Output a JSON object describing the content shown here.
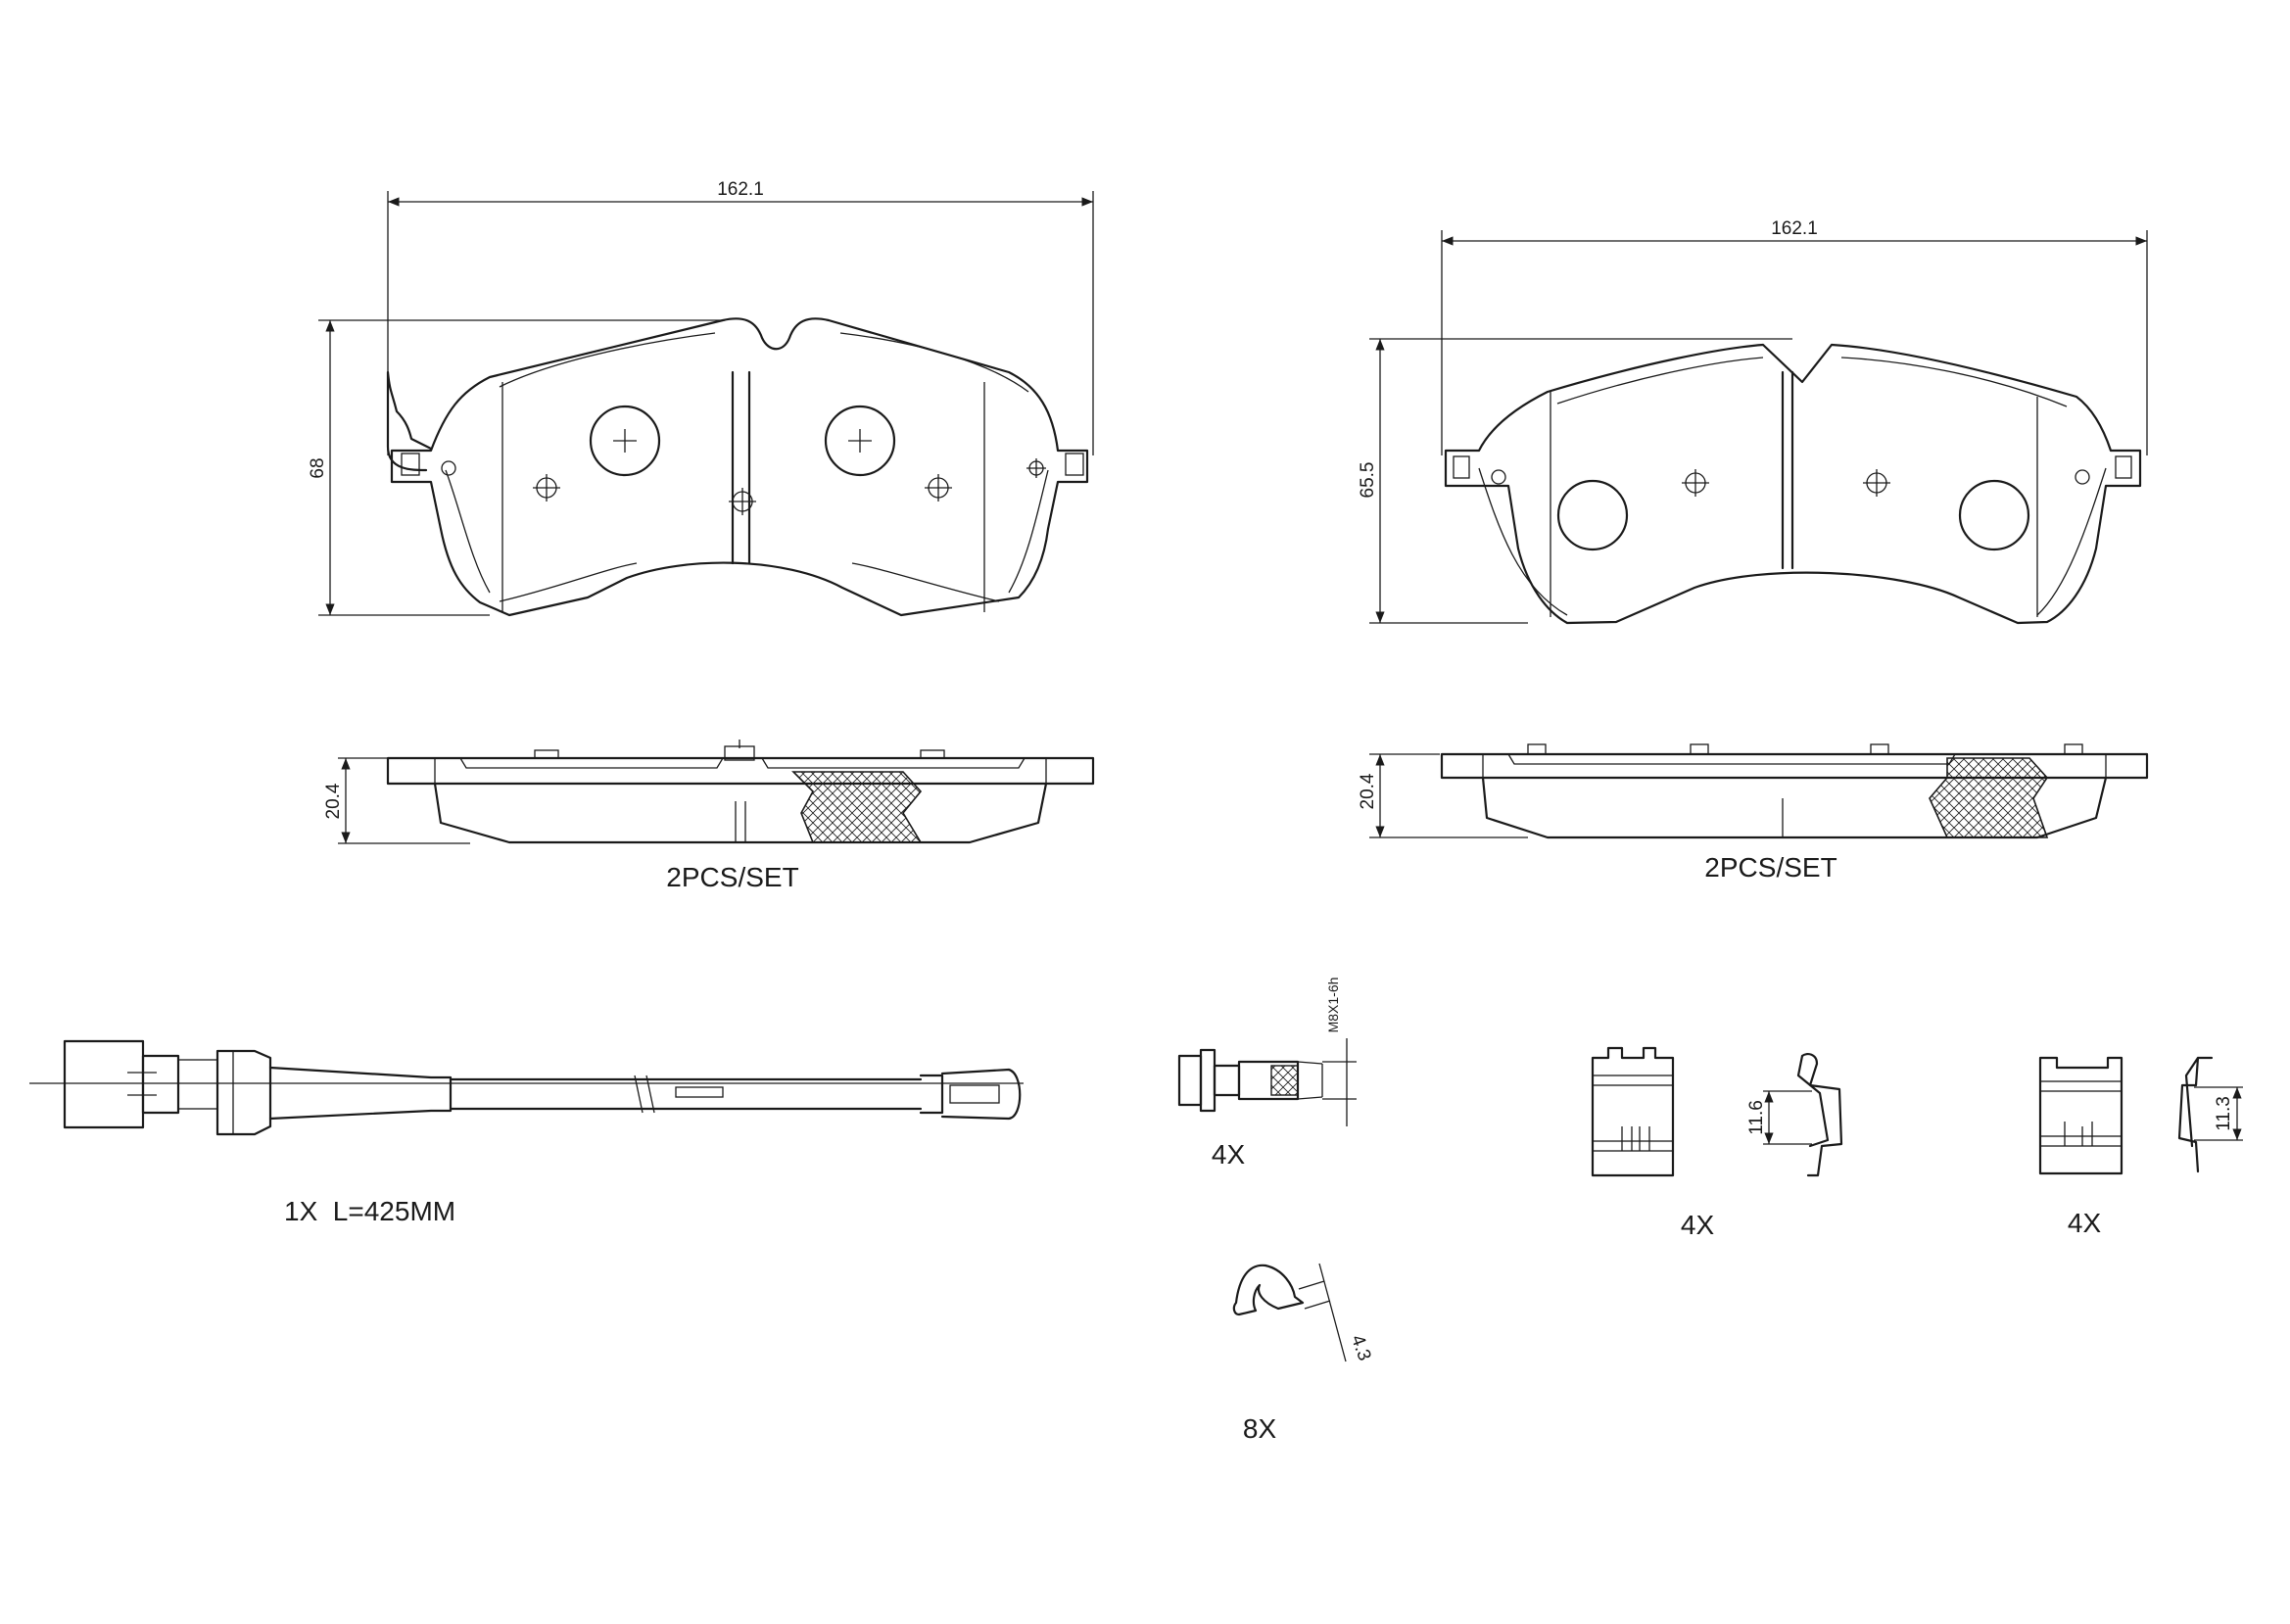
{
  "pad_left": {
    "width_label": "162.1",
    "height_label": "68",
    "thickness_label": "20.4",
    "caption": "2PCS/SET"
  },
  "pad_right": {
    "width_label": "162.1",
    "height_label": "65.5",
    "thickness_label": "20.4",
    "caption": "2PCS/SET"
  },
  "wear_sensor": {
    "caption": "1X  L=425MM"
  },
  "bolt": {
    "thread_label": "M8X1-6h",
    "caption": "4X"
  },
  "clip_spring": {
    "dim_label": "4.3",
    "caption": "8X"
  },
  "clip_a": {
    "dim_label": "11.6",
    "caption": "4X"
  },
  "clip_b": {
    "dim_label": "11.3",
    "caption": "4X"
  }
}
